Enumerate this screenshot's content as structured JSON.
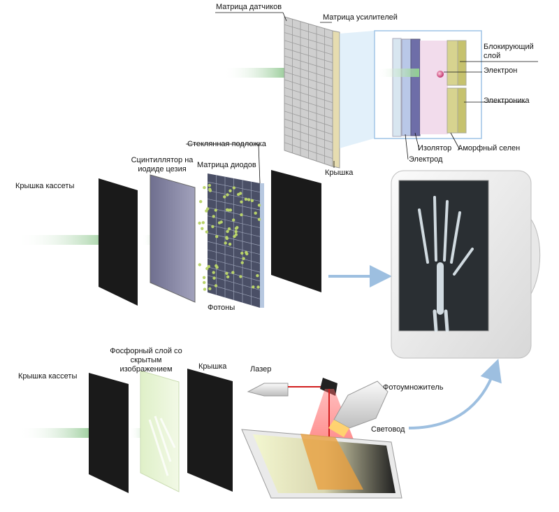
{
  "top": {
    "sensor_matrix": "Матрица датчиков",
    "amplifier_matrix": "Матрица усилителей",
    "blocking_layer": "Блокирующий слой",
    "electron": "Электрон",
    "electronics": "Электроника",
    "insulator": "Изолятор",
    "amorphous_selenium": "Аморфный селен",
    "electrode": "Электрод",
    "cover": "Крышка"
  },
  "middle": {
    "cassette_cover": "Крышка кассеты",
    "scintillator": "Сцинтиллятор на иодиде цезия",
    "glass_substrate": "Стеклянная подложка",
    "diode_matrix": "Матрица диодов",
    "photons": "Фотоны"
  },
  "bottom": {
    "cassette_cover": "Крышка кассеты",
    "phosphor_layer": "Фосфорный слой со скрытым изображением",
    "cover": "Крышка",
    "laser": "Лазер",
    "photomultiplier": "Фотоумножитель",
    "light_guide": "Световод"
  },
  "colors": {
    "beam": "#7fbf7f",
    "flow_arrow": "#9dbfe0",
    "panel_dark": "#1a1a1a",
    "scintillator": "#8a8aa6",
    "laser": "#d21f1f"
  }
}
